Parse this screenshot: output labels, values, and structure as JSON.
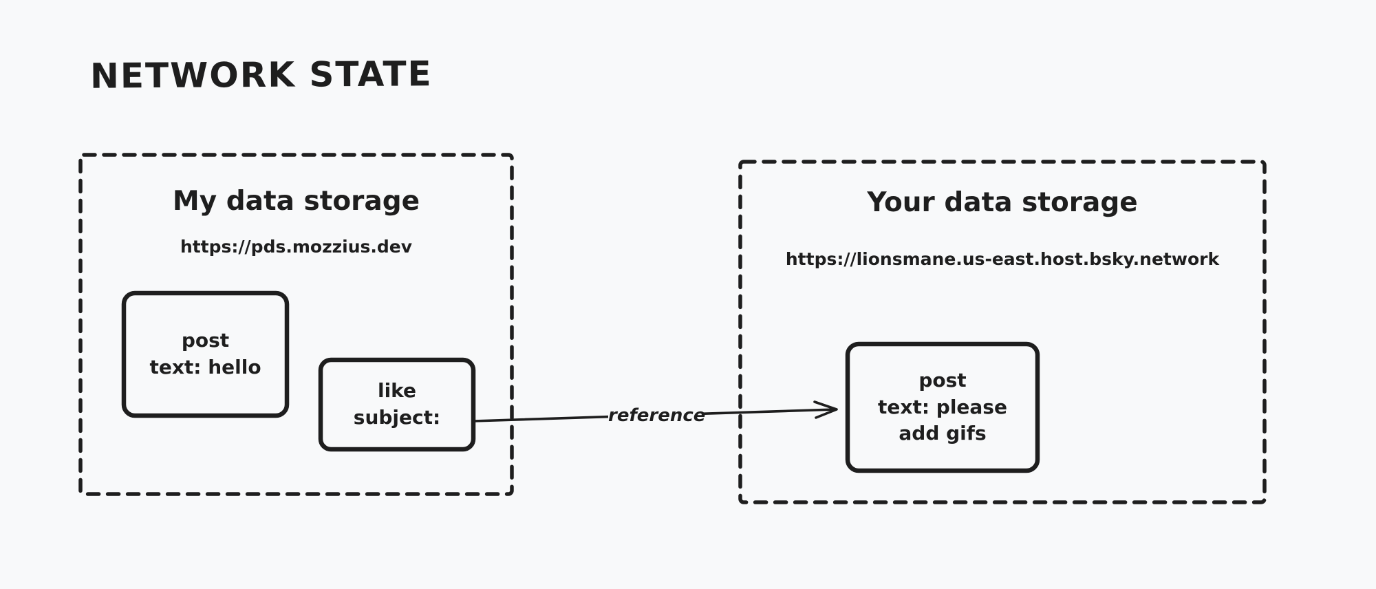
{
  "page": {
    "title": "NETWORK STATE"
  },
  "colors": {
    "background": "#f8f9fa",
    "stroke": "#1e1e1e",
    "text": "#1e1e1e"
  },
  "my_storage": {
    "title": "My data storage",
    "url": "https://pds.mozzius.dev",
    "post_card": {
      "lines": [
        "post",
        "text: hello"
      ]
    },
    "like_card": {
      "lines": [
        "like",
        "subject:"
      ]
    }
  },
  "your_storage": {
    "title": "Your data storage",
    "url": "https://lionsmane.us-east.host.bsky.network",
    "post_card": {
      "lines": [
        "post",
        "text: please",
        "add gifs"
      ]
    }
  },
  "reference_arrow": {
    "label": "reference"
  }
}
